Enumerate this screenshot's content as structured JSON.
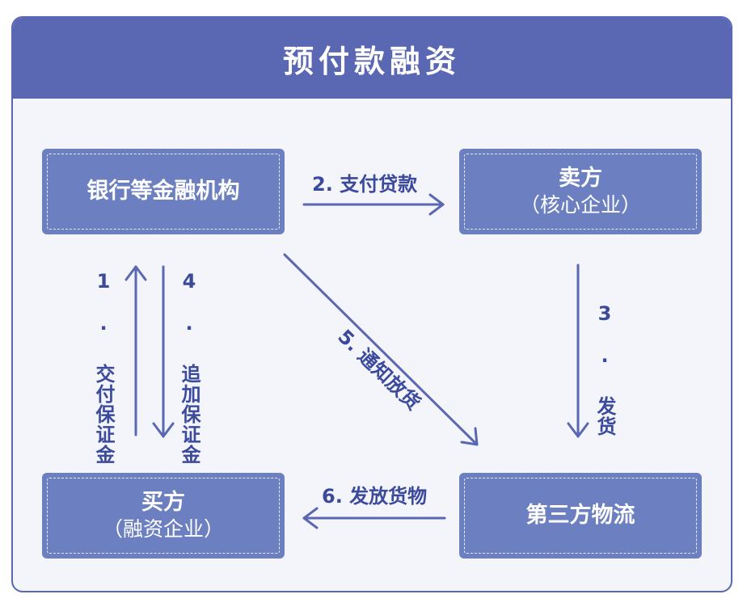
{
  "title": "预付款融资",
  "nodes": {
    "bank": {
      "title": "银行等金融机构"
    },
    "seller": {
      "title": "卖方",
      "subtitle": "（核心企业）"
    },
    "buyer": {
      "title": "买方",
      "subtitle": "（融资企业）"
    },
    "logistics": {
      "title": "第三方物流"
    }
  },
  "edges": {
    "e1": "1 · 交付保证金",
    "e2": "2. 支付贷款",
    "e3": "3 · 发货",
    "e4": "4 · 追加保证金",
    "e5": "5. 通知放货",
    "e6": "6. 发放货物"
  },
  "colors": {
    "header": "#5a67b2",
    "node": "#6c7fc0",
    "arrow": "#5a67b2",
    "label": "#3c4a9c",
    "background": "#f4f5fb"
  }
}
